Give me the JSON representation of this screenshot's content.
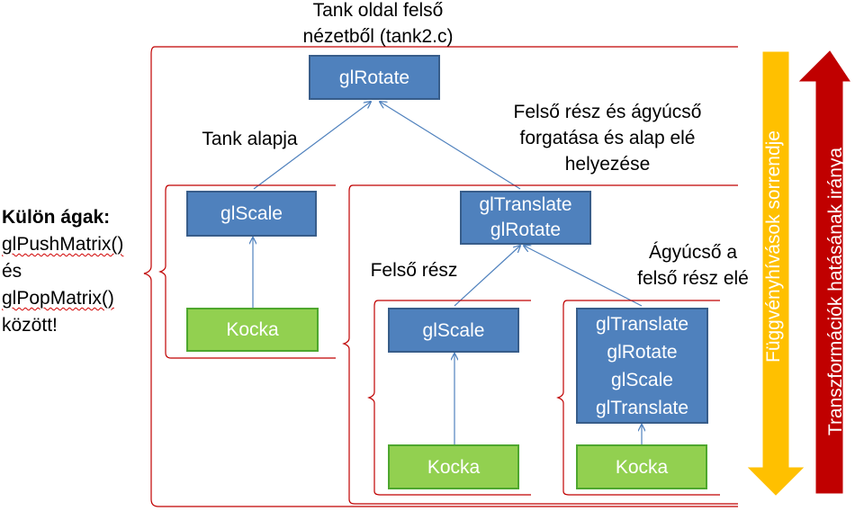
{
  "title": {
    "line1": "Tank oldal felső",
    "line2": "nézetből (tank2.c)"
  },
  "side_note": {
    "line1": "Külön ágak:",
    "line2": "glPushMatrix()",
    "line3": "és",
    "line4": "glPopMatrix()",
    "line5": "között!"
  },
  "labels": {
    "tank_base": "Tank alapja",
    "top_rotate_1": "Felső rész és ágyúcső",
    "top_rotate_2": "forgatása és alap elé",
    "top_rotate_3": "helyezése",
    "upper_part": "Felső rész",
    "barrel_1": "Ágyúcső a",
    "barrel_2": "felső rész elé"
  },
  "nodes": {
    "root": "glRotate",
    "base_scale": "glScale",
    "base_cube": "Kocka",
    "top_transform_1": "glTranslate",
    "top_transform_2": "glRotate",
    "upper_scale": "glScale",
    "upper_cube": "Kocka",
    "barrel_1": "glTranslate",
    "barrel_2": "glRotate",
    "barrel_3": "glScale",
    "barrel_4": "glTranslate",
    "barrel_cube": "Kocka"
  },
  "arrows": {
    "call_order": "Függvényhívások sorrendje",
    "effect_direction": "Transzformációk hatásának iránya"
  },
  "colors": {
    "node_blue": "#4f81bd",
    "node_green": "#92d050",
    "bracket_red": "#c00000",
    "arrow_orange": "#ffc000",
    "arrow_red": "#c00000"
  }
}
